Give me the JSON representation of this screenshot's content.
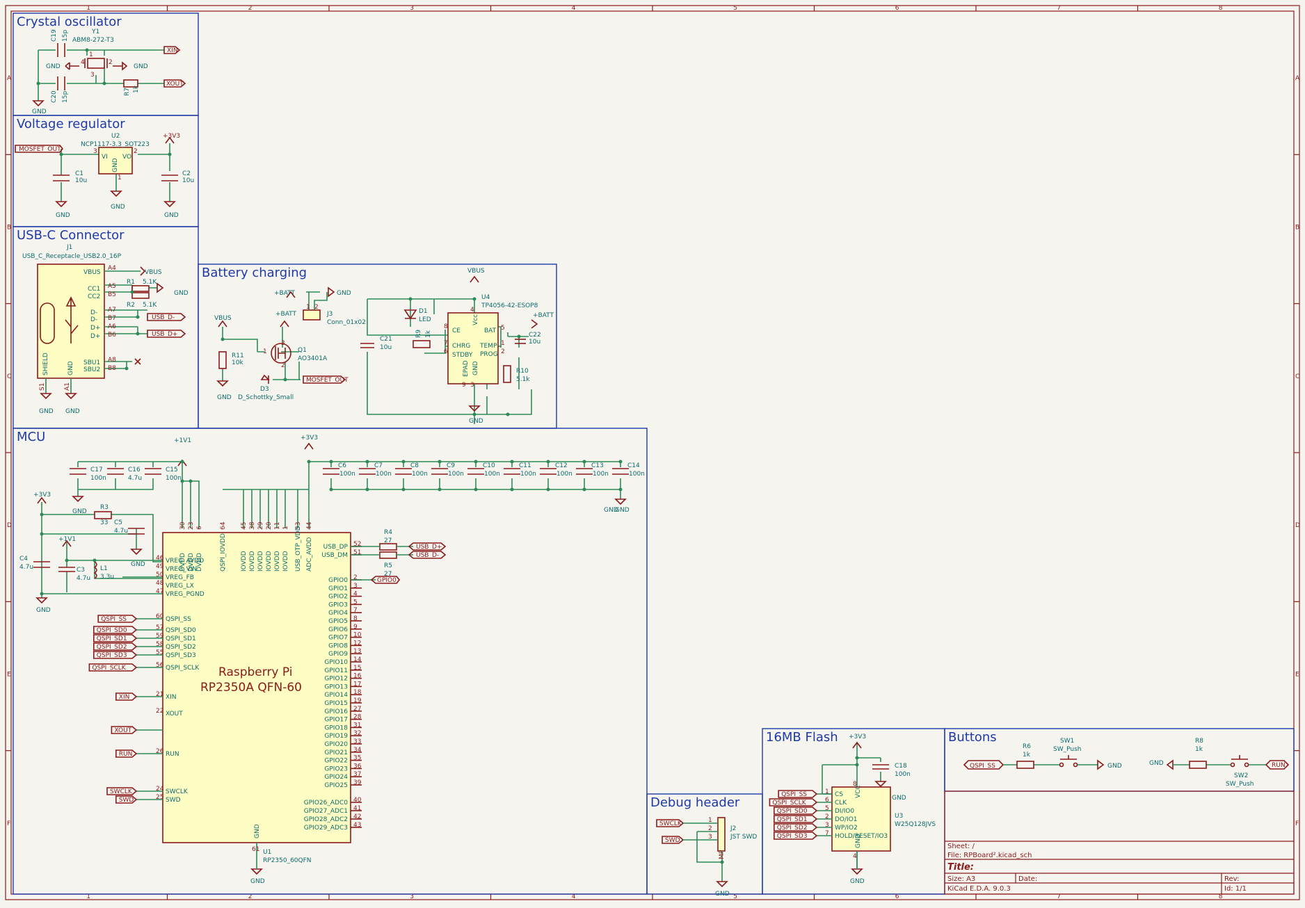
{
  "frame": {
    "columns": [
      "1",
      "2",
      "3",
      "4",
      "5",
      "6",
      "7",
      "8"
    ],
    "rows": [
      "A",
      "B",
      "C",
      "D",
      "E",
      "F"
    ]
  },
  "sheets": {
    "crystal": "Crystal oscillator",
    "regulator": "Voltage regulator",
    "usbc": "USB-C Connector",
    "battery": "Battery charging",
    "mcu": "MCU",
    "flash": "16MB Flash",
    "buttons": "Buttons",
    "debug": "Debug header"
  },
  "crystal": {
    "c19_ref": "C19",
    "c19_val": "15p",
    "c20_ref": "C20",
    "c20_val": "15p",
    "y1_ref": "Y1",
    "y1_val": "ABM8-272-T3",
    "r7_ref": "R7",
    "r7_val": "1k",
    "xin": "XIN",
    "xout": "XOUT",
    "gnd": "GND",
    "pins": [
      "1",
      "2",
      "3",
      "4"
    ]
  },
  "regulator": {
    "u2_ref": "U2",
    "u2_val": "NCP1117-3.3_SOT223",
    "vi": "VI",
    "vo": "VO",
    "gndp": "GND",
    "pin3": "3",
    "pin2": "2",
    "pin1": "1",
    "in_label": "MOSFET_OUT",
    "out_power": "+3V3",
    "c1_ref": "C1",
    "c1_val": "10u",
    "c2_ref": "C2",
    "c2_val": "10u",
    "gnd": "GND"
  },
  "usbc": {
    "j1_ref": "J1",
    "j1_val": "USB_C_Receptacle_USB2.0_16P",
    "vbus": "VBUS",
    "cc1": "CC1",
    "cc2": "CC2",
    "dm": "D-",
    "dp": "D+",
    "sbu1": "SBU1",
    "sbu2": "SBU2",
    "shield": "SHIELD",
    "gndp": "GND",
    "pin_a4": "A4",
    "pin_a5": "A5",
    "pin_b5": "B5",
    "pin_a7": "A7",
    "pin_b7": "B7",
    "pin_a6": "A6",
    "pin_b6": "B6",
    "pin_a8": "A8",
    "pin_b8": "B8",
    "pin_s1": "S1",
    "pin_a1": "A1",
    "r1_ref": "R1",
    "r1_val": "5.1K",
    "r2_ref": "R2",
    "r2_val": "5.1K",
    "usb_dm": "USB_D-",
    "usb_dp": "USB_D+",
    "gnd": "GND"
  },
  "battery": {
    "vbus": "VBUS",
    "batt": "+BATT",
    "gnd": "GND",
    "r11_ref": "R11",
    "r11_val": "10k",
    "q1_ref": "Q1",
    "q1_val": "AO3401A",
    "d3_ref": "D3",
    "d3_val": "D_Schottky_Small",
    "mosfet_out": "MOSFET_OUT",
    "j3_ref": "J3",
    "j3_val": "Conn_01x02",
    "c21_ref": "C21",
    "c21_val": "10u",
    "d1_ref": "D1",
    "d1_val": "LED",
    "r9_ref": "R9",
    "r9_val": "1k",
    "u4_ref": "U4",
    "u4_val": "TP4056-42-ESOP8",
    "ce": "CE",
    "chrg": "CHRG",
    "stdby": "STDBY",
    "epad": "EPAD",
    "gndp": "GND",
    "vcc": "Vcc",
    "bat": "BAT",
    "temp": "TEMP",
    "prog": "PROG",
    "c22_ref": "C22",
    "c22_val": "10u",
    "r10_ref": "R10",
    "r10_val": "5.1k",
    "u4_pins": [
      "8",
      "7",
      "6",
      "4",
      "5",
      "1",
      "2",
      "9",
      "3"
    ],
    "q1_pins": [
      "1",
      "2",
      "3"
    ],
    "j3_pins": [
      "1",
      "2"
    ]
  },
  "mcu": {
    "p1v1": "+1V1",
    "p3v3": "+3V3",
    "gnd": "GND",
    "caps_left": [
      {
        "ref": "C17",
        "val": "100n"
      },
      {
        "ref": "C16",
        "val": "4.7u"
      },
      {
        "ref": "C15",
        "val": "100n"
      }
    ],
    "caps_right": [
      {
        "ref": "C6",
        "val": "100n"
      },
      {
        "ref": "C7",
        "val": "100n"
      },
      {
        "ref": "C8",
        "val": "100n"
      },
      {
        "ref": "C9",
        "val": "100n"
      },
      {
        "ref": "C10",
        "val": "100n"
      },
      {
        "ref": "C11",
        "val": "100n"
      },
      {
        "ref": "C12",
        "val": "100n"
      },
      {
        "ref": "C13",
        "val": "100n"
      },
      {
        "ref": "C14",
        "val": "100n"
      }
    ],
    "r3_ref": "R3",
    "r3_val": "33",
    "c5_ref": "C5",
    "c5_val": "4.7u",
    "c4_ref": "C4",
    "c4_val": "4.7u",
    "c3_ref": "C3",
    "c3_val": "4.7u",
    "l1_ref": "L1",
    "l1_val": "3.3u",
    "r4_ref": "R4",
    "r4_val": "27",
    "r5_ref": "R5",
    "r5_val": "27",
    "u1_ref": "U1",
    "u1_val": "RP2350_60QFN",
    "chip_line1": "Raspberry Pi",
    "chip_line2": "RP2350A QFN-60",
    "top_pins": [
      {
        "name": "DVDD",
        "num": "30"
      },
      {
        "name": "DVDD",
        "num": "23"
      },
      {
        "name": "DVDD",
        "num": "6"
      },
      {
        "name": "QSPI_IOVDD",
        "num": "64"
      },
      {
        "name": "IOVDD",
        "num": "45"
      },
      {
        "name": "IOVDD",
        "num": "38"
      },
      {
        "name": "IOVDD",
        "num": "29"
      },
      {
        "name": "IOVDD",
        "num": "20"
      },
      {
        "name": "IOVDD",
        "num": "11"
      },
      {
        "name": "IOVDD",
        "num": "1"
      },
      {
        "name": "USB_OTP_VDD",
        "num": "53"
      },
      {
        "name": "ADC_AVDD",
        "num": "44"
      }
    ],
    "left_pins": [
      {
        "name": "VREG_AVDD",
        "num": "46"
      },
      {
        "name": "VREG_VIN",
        "num": "49"
      },
      {
        "name": "VREG_FB",
        "num": "50"
      },
      {
        "name": "VREG_LX",
        "num": "48"
      },
      {
        "name": "VREG_PGND",
        "num": "47"
      },
      {
        "name": "QSPI_SS",
        "num": "60"
      },
      {
        "name": "QSPI_SD0",
        "num": "57"
      },
      {
        "name": "QSPI_SD1",
        "num": "59"
      },
      {
        "name": "QSPI_SD2",
        "num": "58"
      },
      {
        "name": "QSPI_SD3",
        "num": "55"
      },
      {
        "name": "QSPI_SCLK",
        "num": "56"
      },
      {
        "name": "XIN",
        "num": "21"
      },
      {
        "name": "XOUT",
        "num": "22"
      },
      {
        "name": "RUN",
        "num": "26"
      },
      {
        "name": "SWCLK",
        "num": "24"
      },
      {
        "name": "SWD",
        "num": "25"
      }
    ],
    "left_labels": [
      "QSPI_SS",
      "QSPI_SD0",
      "QSPI_SD1",
      "QSPI_SD2",
      "QSPI_SD3",
      "QSPI_SCLK",
      "XIN",
      "XOUT",
      "RUN",
      "SWCLK",
      "SWD"
    ],
    "right_pins": [
      {
        "name": "USB_DP",
        "num": "52"
      },
      {
        "name": "USB_DM",
        "num": "51"
      },
      {
        "name": "GPIO0",
        "num": "2"
      },
      {
        "name": "GPIO1",
        "num": "3"
      },
      {
        "name": "GPIO2",
        "num": "4"
      },
      {
        "name": "GPIO3",
        "num": "5"
      },
      {
        "name": "GPIO4",
        "num": "7"
      },
      {
        "name": "GPIO5",
        "num": "8"
      },
      {
        "name": "GPIO6",
        "num": "9"
      },
      {
        "name": "GPIO7",
        "num": "10"
      },
      {
        "name": "GPIO8",
        "num": "12"
      },
      {
        "name": "GPIO9",
        "num": "13"
      },
      {
        "name": "GPIO10",
        "num": "14"
      },
      {
        "name": "GPIO11",
        "num": "15"
      },
      {
        "name": "GPIO12",
        "num": "16"
      },
      {
        "name": "GPIO13",
        "num": "17"
      },
      {
        "name": "GPIO14",
        "num": "18"
      },
      {
        "name": "GPIO15",
        "num": "19"
      },
      {
        "name": "GPIO16",
        "num": "27"
      },
      {
        "name": "GPIO17",
        "num": "28"
      },
      {
        "name": "GPIO18",
        "num": "31"
      },
      {
        "name": "GPIO19",
        "num": "32"
      },
      {
        "name": "GPIO20",
        "num": "33"
      },
      {
        "name": "GPIO21",
        "num": "34"
      },
      {
        "name": "GPIO22",
        "num": "35"
      },
      {
        "name": "GPIO23",
        "num": "36"
      },
      {
        "name": "GPIO24",
        "num": "37"
      },
      {
        "name": "GPIO25",
        "num": "39"
      },
      {
        "name": "GPIO26_ADC0",
        "num": "40"
      },
      {
        "name": "GPIO27_ADC1",
        "num": "41"
      },
      {
        "name": "GPIO28_ADC2",
        "num": "42"
      },
      {
        "name": "GPIO29_ADC3",
        "num": "43"
      }
    ],
    "bottom_pin": {
      "name": "GND",
      "num": "61"
    },
    "usb_dp": "USB_D+",
    "usb_dm": "USB_D-",
    "gpio0": "GPIO0"
  },
  "flash": {
    "p3v3": "+3V3",
    "gnd": "GND",
    "c18_ref": "C18",
    "c18_val": "100n",
    "u3_ref": "U3",
    "u3_val": "W25Q128JVS",
    "vcc": "VCC",
    "gndp": "GND",
    "pins": [
      {
        "name": "CS",
        "num": "1",
        "label": "QSPI_SS"
      },
      {
        "name": "CLK",
        "num": "6",
        "label": "QSPI_SCLK"
      },
      {
        "name": "DI/IO0",
        "num": "5",
        "label": "QSPI_SD0"
      },
      {
        "name": "DO/IO1",
        "num": "2",
        "label": "QSPI_SD1"
      },
      {
        "name": "WP/IO2",
        "num": "3",
        "label": "QSPI_SD2"
      },
      {
        "name": "HOLD/RESET/IO3",
        "num": "7",
        "label": "QSPI_SD3"
      }
    ],
    "pin8": "8",
    "pin4": "4"
  },
  "buttons": {
    "r6_ref": "R6",
    "r6_val": "1k",
    "sw1_ref": "SW1",
    "sw1_val": "SW_Push",
    "r8_ref": "R8",
    "r8_val": "1k",
    "sw2_ref": "SW2",
    "sw2_val": "SW_Push",
    "qspi_ss": "QSPI_SS",
    "run": "RUN",
    "gnd": "GND"
  },
  "debug": {
    "swclk": "SWCLK",
    "swd": "SWD",
    "j2_ref": "J2",
    "j2_val": "JST SWD",
    "pins": [
      "1",
      "2",
      "3"
    ],
    "mp": "MP",
    "gnd": "GND"
  },
  "titleblock": {
    "sheet": "Sheet: /",
    "file": "File: RPBoard².kicad_sch",
    "title": "Title:",
    "size": "Size: A3",
    "date": "Date:",
    "rev": "Rev:",
    "tool": "KiCad E.D.A. 9.0.3",
    "id": "Id: 1/1"
  }
}
